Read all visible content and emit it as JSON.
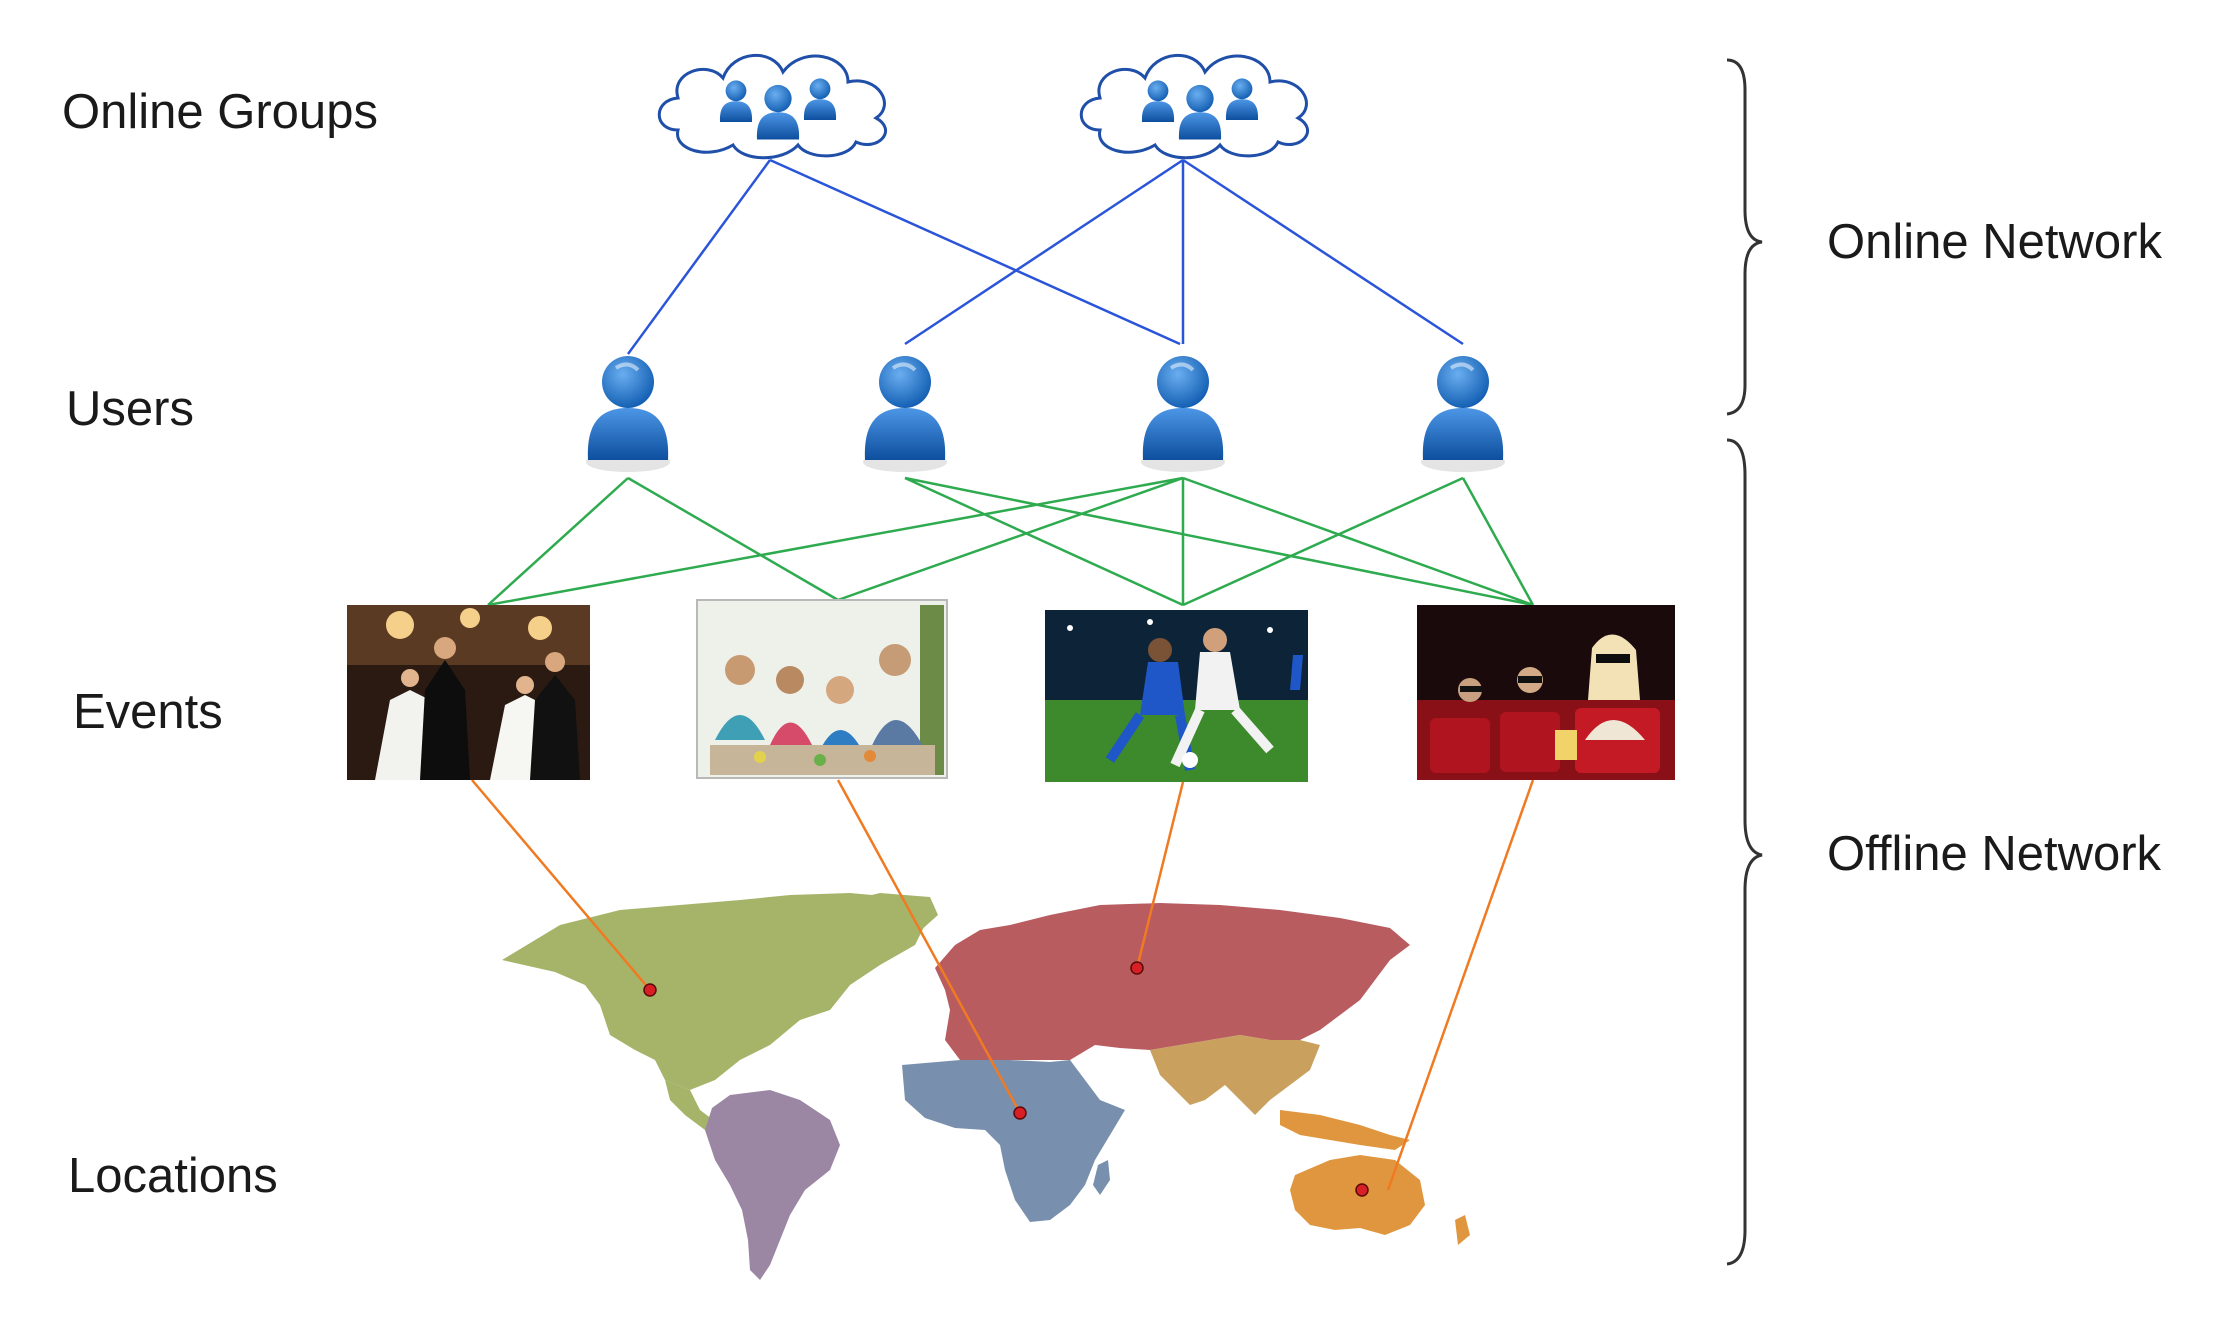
{
  "layers": {
    "online_groups": "Online Groups",
    "users": "Users",
    "events": "Events",
    "locations": "Locations"
  },
  "networks": {
    "online": "Online Network",
    "offline": "Offline Network"
  },
  "icons": {
    "group": "cloud-group-icon",
    "user": "user-icon",
    "event_photos": [
      "ballroom-dancing-photo",
      "picnic-photo",
      "soccer-match-photo",
      "cinema-audience-photo"
    ],
    "map": "world-map"
  },
  "colors": {
    "group_user_edge": "#2b55d9",
    "user_event_edge": "#2eaa4f",
    "event_location_edge": "#f07a22",
    "icon_blue": "#1560bd",
    "north_america": "#a6b46a",
    "south_america": "#9b86a3",
    "europe_asia": "#b85c60",
    "africa": "#7890ad",
    "south_asia": "#caa05e",
    "australia": "#e0963e",
    "location_dot": "#d81f26"
  },
  "edges": {
    "group_user": [
      [
        0,
        0
      ],
      [
        0,
        2
      ],
      [
        1,
        1
      ],
      [
        1,
        2
      ],
      [
        1,
        3
      ]
    ],
    "user_event": [
      [
        0,
        0
      ],
      [
        0,
        1
      ],
      [
        1,
        2
      ],
      [
        1,
        3
      ],
      [
        2,
        0
      ],
      [
        2,
        1
      ],
      [
        2,
        2
      ],
      [
        2,
        3
      ],
      [
        3,
        2
      ],
      [
        3,
        3
      ]
    ],
    "event_location": [
      [
        0,
        0
      ],
      [
        1,
        1
      ],
      [
        2,
        2
      ],
      [
        3,
        3
      ]
    ]
  }
}
